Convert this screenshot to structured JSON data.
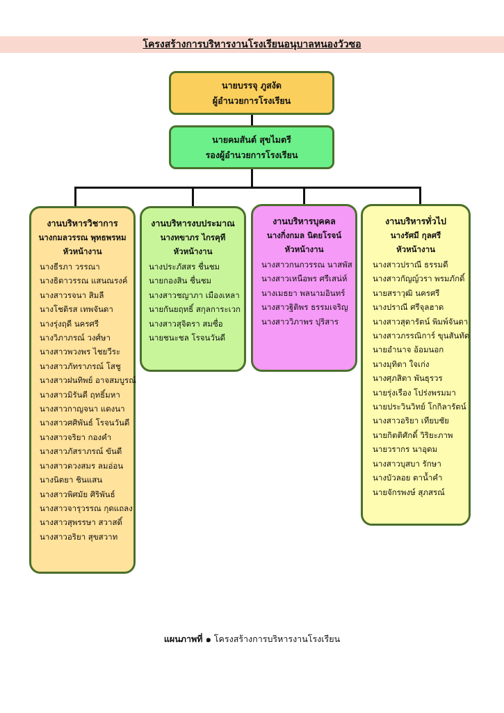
{
  "page_title": "โครงสร้างการบริหารงานโรงเรียนอนุบาลหนองวัวซอ",
  "director": {
    "name": "นายบรรจุ ภูสงัด",
    "position": "ผู้อำนวยการโรงเรียน"
  },
  "deputy": {
    "name": "นายคมสันต์ สุขไมตรี",
    "position": "รองผู้อำนวยการโรงเรียน"
  },
  "departments": [
    {
      "title": "งานบริหารวิชาการ",
      "head": "นางกมลวรรณ พุทธพรหม",
      "head_role": "หัวหน้างาน",
      "members": [
        "นางธีรภา วรรณา",
        "นางธิดาวรรณ แสนณรงค์",
        "นางสาวรจนา สิมลี",
        "นางโชติรส เทพจันดา",
        "นางรุ่งฤดี นครศรี",
        "นางวิภาภรณ์ วงศ์ษา",
        "นางสาวพวงพร ไชยวีระ",
        "นางสาวภัทราภรณ์ โสชู",
        "นางสาวฝนทิพย์ อาจสมบูรณ์",
        "นางสาวมิรันตี ฤทธิ์มหา",
        "นางสาวกาญจนา แดงนา",
        "นางสาวศศิพันธ์ โรจนวันดี",
        "นางสาวจริยา กองคำ",
        "นางสาวภัสราภรณ์ ขันดี",
        "นางสาวดวงสมร ลมอ่อน",
        "นางนิตยา ชินแสน",
        "นางสาวพิศมัย ศิริพันธ์",
        "นางสาวจารุวรรณ กุดแถลง",
        "นางสาวสุพรรษา สวาสดิ์",
        "นางสาวอริยา สุขสวาท"
      ]
    },
    {
      "title": "งานบริหารงบประมาณ",
      "head": "นางทขาภร ไกรคุที",
      "head_role": "หัวหน้างาน",
      "members": [
        "นางประภัสสร ชื่นชม",
        "นายกองสิน ชื่นชม",
        "นางสาวชญาภา เมืองเหลา",
        "นายกันยฤทธิ์ สกุลการะเวก",
        "นางสาวสุจิตรา สมซื่อ",
        "นายชนะชล โรจนวันดี"
      ]
    },
    {
      "title": "งานบริหารบุคคล",
      "head": "นางกิ่งกมล นิตยโรจน์",
      "head_role": "หัวหน้างาน",
      "members": [
        "นางสาวกนกวรรณ นาสพัส",
        "นางสาวเหนือพร ศรีเสน่ห์",
        "นางเมธยา พลนามอินทร์",
        "นางสาวฐิติพร ธรรมเจริญ",
        "นางสาววิภาพร ปุริสาร"
      ]
    },
    {
      "title": "งานบริหารทั่วไป",
      "head": "นางรัศมี กุลศรี",
      "head_role": "หัวหน้างาน",
      "members": [
        "นางสาวปราณี ธรรมดี",
        "นางสาวกัญญ์วรา พรมภักดิ์",
        "นายสราวุฒิ นครศรี",
        "นางปราณี ศรีจุลฮาด",
        "นางสาวสุดารัตน์ พิมพ์จันดา",
        "นางสาวภรรณิการ์ ขุนสันทัด",
        "นายอำนาจ อ้อมนอก",
        "นางมุทิตา ใจเก่ง",
        "นางศุภสิตา พันธุรวร",
        "นายรุ่งเรือง โปร่งพรมมา",
        "นายประวินวิทย์ โกกิลารัตน์",
        "นางสาวอริยา เทียบชัย",
        "นายกิตติศักดิ์ วิริยะภาพ",
        "นายวรากร นาอุดม",
        "นางสาวบุสบา รักษา",
        "นางบัวลอย ตาน้ำคำ",
        "นายจักรพงษ์ สุภสรณ์"
      ]
    }
  ],
  "caption": {
    "label": "แผนภาพที่ ๑",
    "text": "โครงสร้างการบริหารงานโรงเรียน"
  },
  "colors": {
    "title_band": "#f9d9cf",
    "director_box": "#fbcf5b",
    "deputy_box": "#6cf08a",
    "academic_box": "#ffe29b",
    "budget_box": "#c8f59a",
    "personnel_box": "#f59af6",
    "general_box": "#fefcb0",
    "border": "#4a6f2c"
  }
}
